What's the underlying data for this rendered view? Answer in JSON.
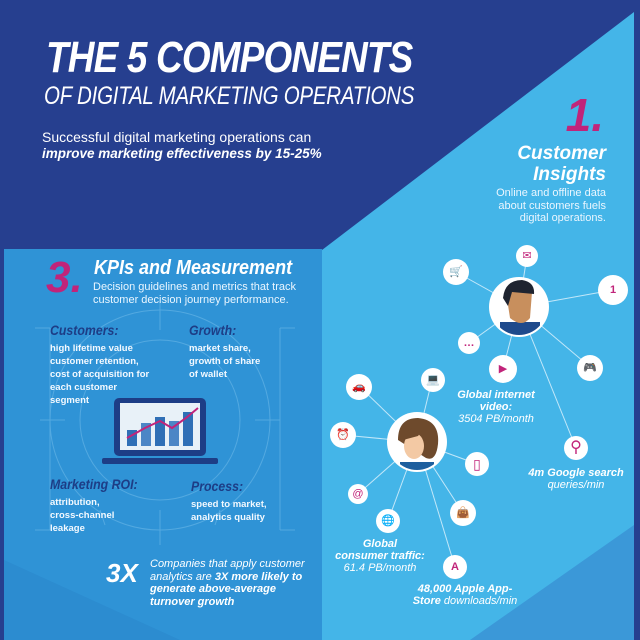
{
  "colors": {
    "navy": "#263f8f",
    "light_blue": "#44b5e8",
    "panel_blue": "#2f93d6",
    "mid_blue": "#3b98d8",
    "magenta": "#c1247a",
    "dark_label": "#1d3d86"
  },
  "header": {
    "title": "THE 5 COMPONENTS",
    "subtitle": "OF DIGITAL MARKETING OPERATIONS",
    "intro_line1": "Successful digital marketing operations can",
    "intro_line2": "improve marketing effectiveness by 15-25%"
  },
  "customer_insights": {
    "number": "1.",
    "title_line1": "Customer",
    "title_line2": "Insights",
    "desc_line1": "Online and offline data",
    "desc_line2": "about customers fuels",
    "desc_line3": "digital operations."
  },
  "kpis": {
    "number": "3.",
    "title": "KPIs and Measurement",
    "desc_line1": "Decision guidelines and metrics that track",
    "desc_line2": "customer decision journey performance.",
    "quadrants": [
      {
        "heading": "Customers:",
        "lines": [
          "high lifetime value",
          "customer retention,",
          "cost of acquisition for",
          "each customer",
          "segment"
        ]
      },
      {
        "heading": "Growth:",
        "lines": [
          "market share,",
          "growth of share",
          "of wallet"
        ]
      },
      {
        "heading": "Marketing ROI:",
        "lines": [
          "attribution,",
          "cross-channel",
          "leakage"
        ]
      },
      {
        "heading": "Process:",
        "lines": [
          "speed to market,",
          "analytics quality"
        ]
      }
    ],
    "callout": {
      "big": "3X",
      "line1": "Companies that apply customer",
      "line2_pre": "analytics are ",
      "line2_bold": "3X more likely to",
      "line3": "generate above-average",
      "line4": "turnover growth"
    }
  },
  "network": {
    "icons": [
      "cart-icon",
      "mail-icon",
      "calendar-icon",
      "chat-icon",
      "play-icon",
      "gamepad-icon",
      "laptop-icon",
      "car-icon",
      "alarm-clock-icon",
      "phone-icon",
      "search-icon",
      "at-sign-icon",
      "globe-icon",
      "shopping-bag-icon",
      "app-store-icon"
    ],
    "stats": {
      "video_bold1": "Global internet",
      "video_bold2": "video:",
      "video_value": "3504 PB/month",
      "google_bold": "4m Google search",
      "google_value": "queries/min",
      "traffic_bold1": "Global",
      "traffic_bold2": "consumer traffic:",
      "traffic_value": "61.4 PB/month",
      "apple_bold1": "48,000 Apple App-",
      "apple_bold2": "Store",
      "apple_value": " downloads/min"
    },
    "glyphs": {
      "cart": "🛒",
      "mail": "✉",
      "calendar": "1",
      "chat": "…",
      "play": "▶",
      "gamepad": "🎮",
      "laptop": "💻",
      "car": "🚗",
      "clock": "⏰",
      "phone": "▯",
      "search": "⚲",
      "at": "@",
      "globe": "🌐",
      "bag": "👜",
      "app": "A"
    }
  }
}
